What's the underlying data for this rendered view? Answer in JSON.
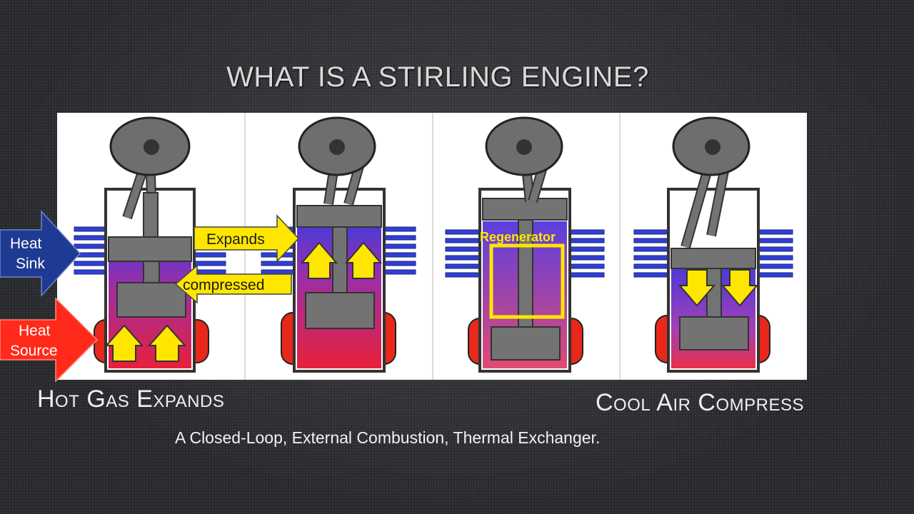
{
  "title": "WHAT IS A STIRLING ENGINE?",
  "labels": {
    "heat_sink": [
      "Heat",
      "Sink"
    ],
    "heat_source": [
      "Heat",
      "Source"
    ],
    "expands": "Expands",
    "compressed": "compressed",
    "regenerator": "Regenerator"
  },
  "captions": {
    "left": "Hot Gas Expands",
    "right": "Cool Air Compress",
    "subtitle": "A Closed-Loop, External Combustion, Thermal Exchanger."
  },
  "colors": {
    "background": "#26282b",
    "heat_sink_arrow": "#1f3a93",
    "heat_source_arrow": "#ff2a1a",
    "fins": "#2f3fd6",
    "heater": "#e8281a",
    "gas_hot": "#e8203a",
    "gas_cold": "#5a37d6",
    "piston": "#737373",
    "callout": "#ffe600"
  }
}
